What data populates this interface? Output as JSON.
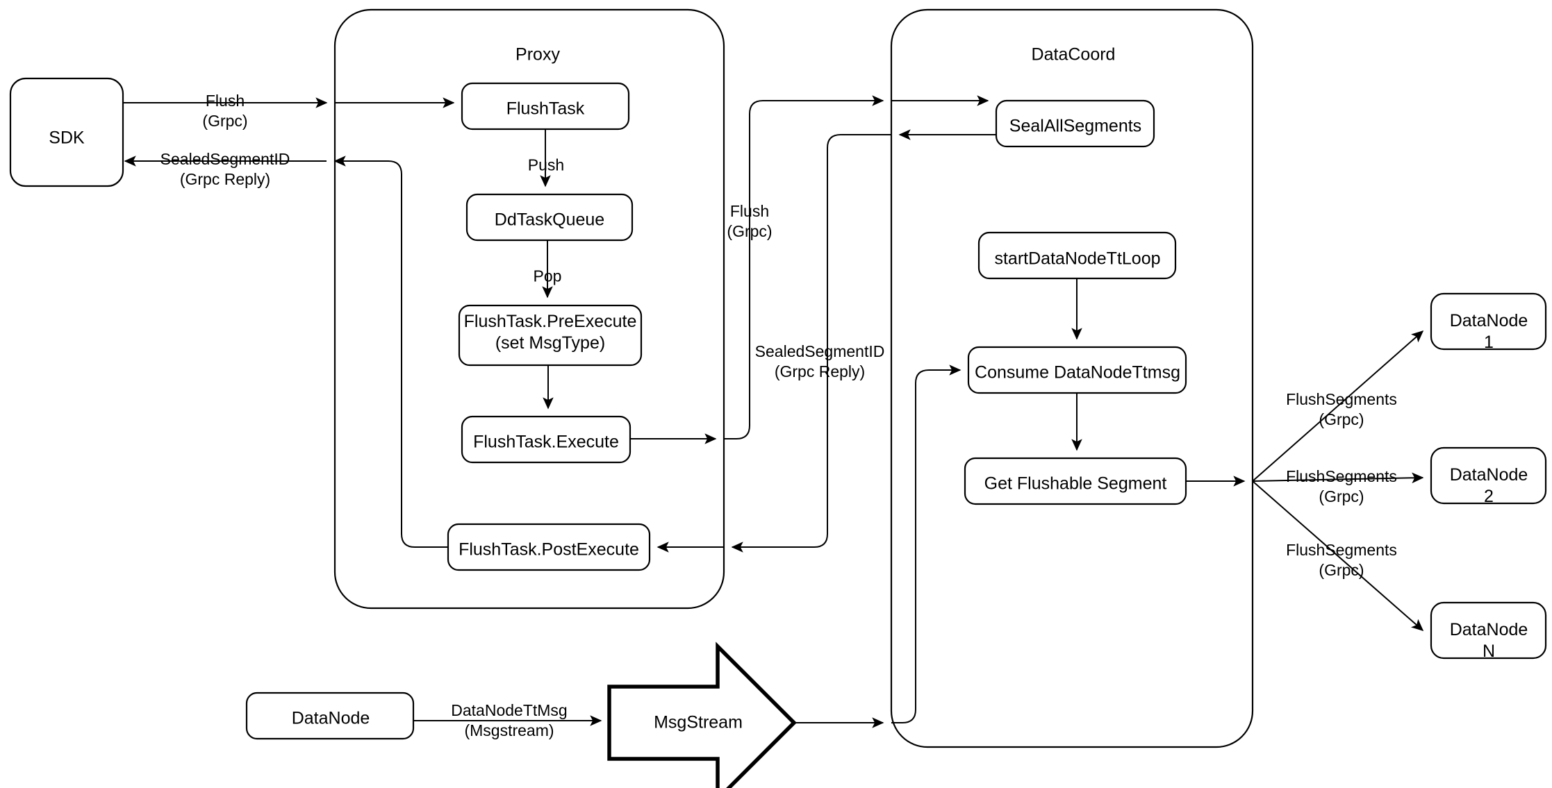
{
  "diagram": {
    "title": "Milvus Flush Sequence Architecture",
    "background": "#ffffff",
    "stroke": "#000000",
    "groups": [
      {
        "id": "proxy",
        "label": "Proxy"
      },
      {
        "id": "datacoord",
        "label": "DataCoord"
      }
    ],
    "nodes": [
      {
        "id": "sdk",
        "label": "SDK"
      },
      {
        "id": "flushtask",
        "label": "FlushTask"
      },
      {
        "id": "ddtaskqueue",
        "label": "DdTaskQueue"
      },
      {
        "id": "preexecute",
        "label": "FlushTask.PreExecute\n(set MsgType)"
      },
      {
        "id": "execute",
        "label": "FlushTask.Execute"
      },
      {
        "id": "postexecute",
        "label": "FlushTask.PostExecute"
      },
      {
        "id": "sealallsegments",
        "label": "SealAllSegments"
      },
      {
        "id": "startttloop",
        "label": "startDataNodeTtLoop"
      },
      {
        "id": "consumettmsg",
        "label": "Consume DataNodeTtmsg"
      },
      {
        "id": "getflushable",
        "label": "Get Flushable Segment"
      },
      {
        "id": "datanode1",
        "label": "DataNode 1"
      },
      {
        "id": "datanode2",
        "label": "DataNode 2"
      },
      {
        "id": "datanoden",
        "label": "DataNode N"
      },
      {
        "id": "datanode",
        "label": "DataNode"
      },
      {
        "id": "msgstream",
        "label": "MsgStream"
      }
    ],
    "edge_labels": [
      {
        "id": "sdk-to-proxy",
        "label": "Flush\n(Grpc)"
      },
      {
        "id": "proxy-to-sdk",
        "label": "SealedSegmentID\n(Grpc Reply)"
      },
      {
        "id": "push",
        "label": "Push"
      },
      {
        "id": "pop",
        "label": "Pop"
      },
      {
        "id": "proxy-to-coord",
        "label": "Flush\n(Grpc)"
      },
      {
        "id": "coord-to-proxy",
        "label": "SealedSegmentID\n(Grpc Reply)"
      },
      {
        "id": "flushsegments-1",
        "label": "FlushSegments\n(Grpc)"
      },
      {
        "id": "flushsegments-2",
        "label": "FlushSegments\n(Grpc)"
      },
      {
        "id": "flushsegments-n",
        "label": "FlushSegments\n(Grpc)"
      },
      {
        "id": "datanodettmsg",
        "label": "DataNodeTtMsg\n(Msgstream)"
      }
    ]
  }
}
